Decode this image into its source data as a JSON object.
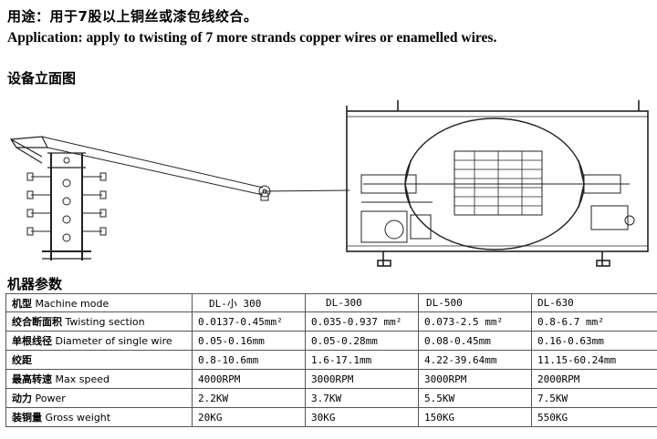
{
  "application": {
    "zh": "用途：用于7股以上铜丝或漆包线绞合。",
    "en": "Application: apply to twisting of 7 more strands copper wires or enamelled wires."
  },
  "drawing": {
    "title": "设备立面图"
  },
  "params": {
    "title": "机器参数",
    "header": {
      "label_zh": "机型",
      "label_en": "Machine mode",
      "models": [
        "DL-小 300",
        "DL-300",
        "DL-500",
        "DL-630"
      ]
    },
    "rows": [
      {
        "label_zh": "绞合断面积",
        "label_en": "Twisting section",
        "values": [
          "0.0137-0.45mm²",
          "0.035-0.937 mm²",
          "0.073-2.5 mm²",
          "0.8-6.7 mm²"
        ]
      },
      {
        "label_zh": "单根线径",
        "label_en": "Diameter of single wire",
        "values": [
          "0.05-0.16mm",
          "0.05-0.28mm",
          "0.08-0.45mm",
          "0.16-0.63mm"
        ]
      },
      {
        "label_zh": "绞距",
        "label_en": "",
        "values": [
          "0.8-10.6mm",
          "1.6-17.1mm",
          "4.22-39.64mm",
          "11.15-60.24mm"
        ]
      },
      {
        "label_zh": "最高转速",
        "label_en": "Max speed",
        "values": [
          "4000RPM",
          "3000RPM",
          "3000RPM",
          "2000RPM"
        ]
      },
      {
        "label_zh": "动力",
        "label_en": "Power",
        "values": [
          "2.2KW",
          "3.7KW",
          "5.5KW",
          "7.5KW"
        ]
      },
      {
        "label_zh": "装铜量",
        "label_en": "Gross weight",
        "values": [
          "20KG",
          "30KG",
          "150KG",
          "550KG"
        ]
      }
    ]
  }
}
